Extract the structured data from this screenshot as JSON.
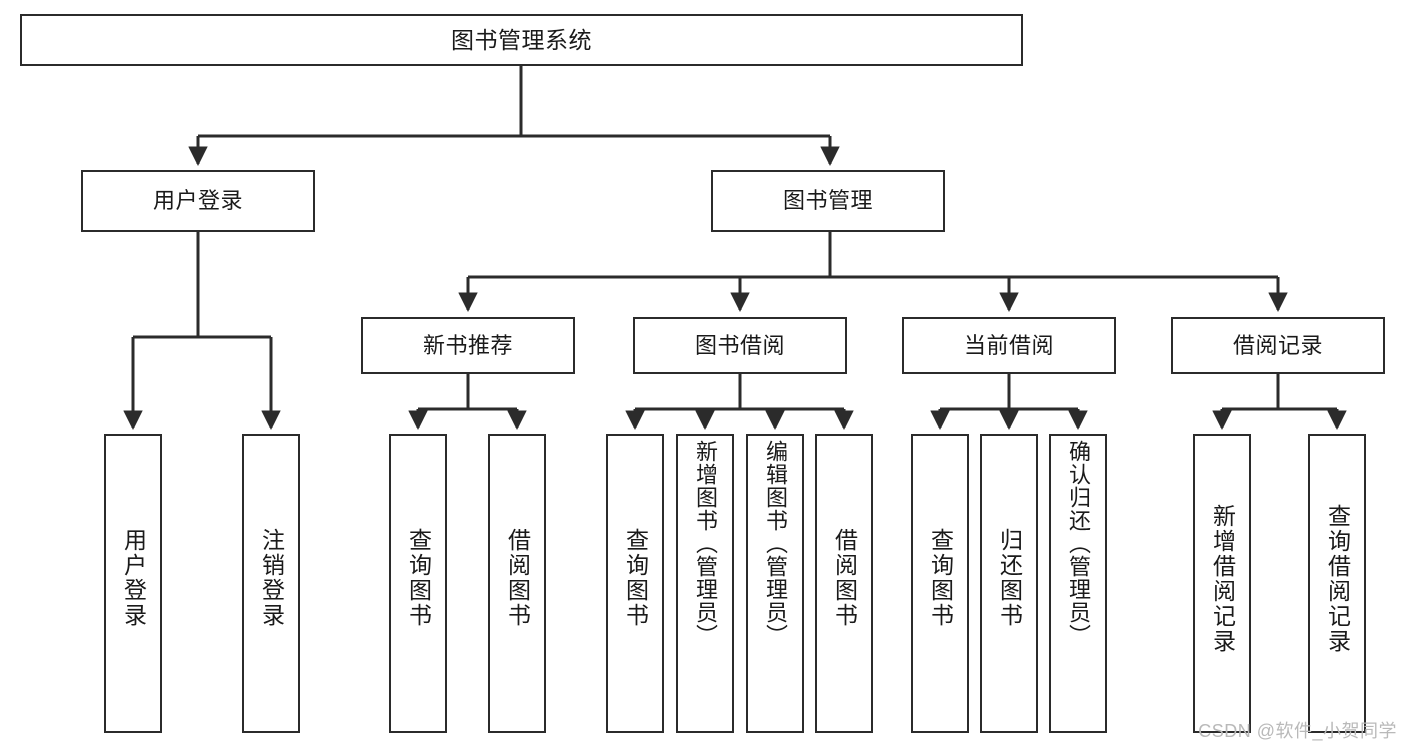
{
  "diagram": {
    "title": "图书管理系统",
    "type": "tree",
    "watermark": "CSDN @软件_小贺同学",
    "stroke_color": "#2b2b2b",
    "fill_color": "#ffffff",
    "text_color": "#1a1a1a",
    "root": {
      "label": "图书管理系统"
    },
    "level2": [
      {
        "label": "用户登录"
      },
      {
        "label": "图书管理"
      }
    ],
    "level3": [
      {
        "label": "新书推荐"
      },
      {
        "label": "图书借阅"
      },
      {
        "label": "当前借阅"
      },
      {
        "label": "借阅记录"
      }
    ],
    "leaves": {
      "user_login": [
        {
          "label": "用户登录"
        },
        {
          "label": "注销登录"
        }
      ],
      "new_book": [
        {
          "label": "查询图书"
        },
        {
          "label": "借阅图书"
        }
      ],
      "book_borrow": [
        {
          "label": "查询图书"
        },
        {
          "label": "新增图书（管理员）"
        },
        {
          "label": "编辑图书（管理员）"
        },
        {
          "label": "借阅图书"
        }
      ],
      "current_borrow": [
        {
          "label": "查询图书"
        },
        {
          "label": "归还图书"
        },
        {
          "label": "确认归还（管理员）"
        }
      ],
      "borrow_record": [
        {
          "label": "新增借阅记录"
        },
        {
          "label": "查询借阅记录"
        }
      ]
    }
  }
}
